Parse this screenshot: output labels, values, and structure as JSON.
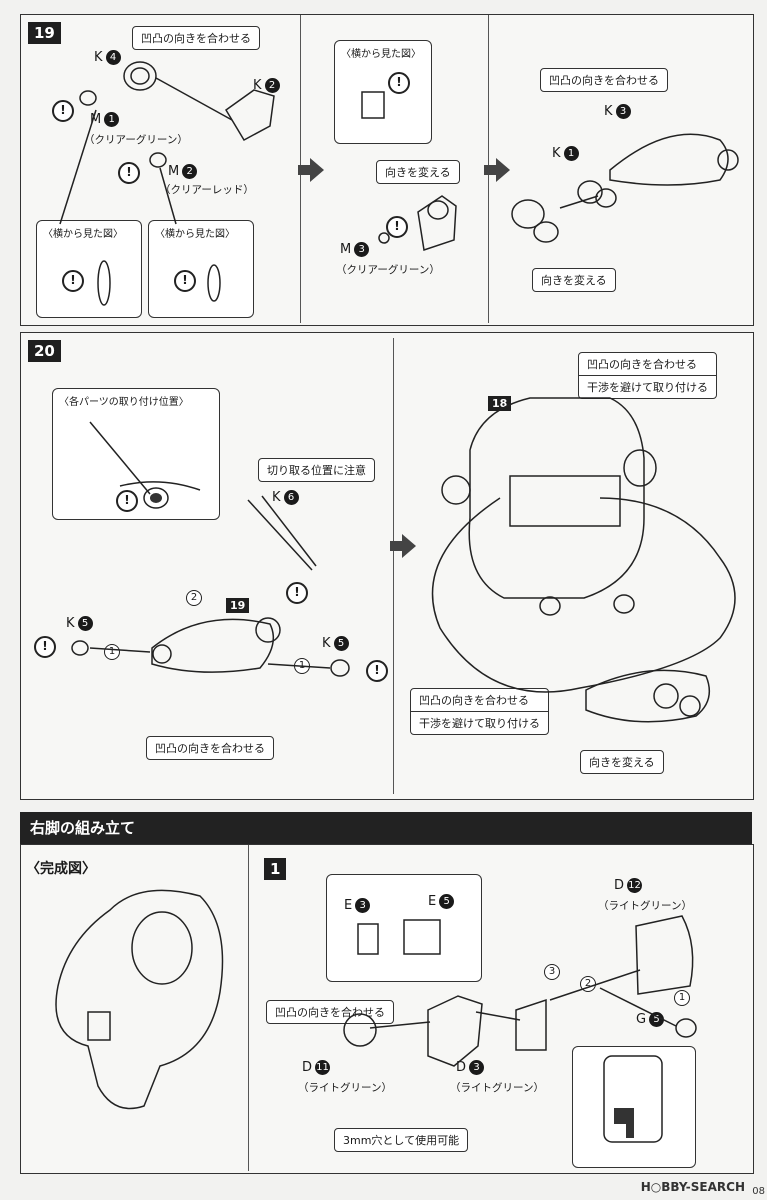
{
  "step19": {
    "num": "19",
    "align_label": "凹凸の向きを合わせる",
    "k4": "K",
    "k4n": "4",
    "k2": "K",
    "k2n": "2",
    "m1": "M",
    "m1n": "1",
    "m1_color": "（クリアーグリーン）",
    "m2": "M",
    "m2n": "2",
    "m2_color": "（クリアーレッド）",
    "side_view1": "〈横から見た図〉",
    "side_view2": "〈横から見た図〉",
    "side_view3": "〈横から見た図〉",
    "change_dir1": "向きを変える",
    "m3": "M",
    "m3n": "3",
    "m3_color": "（クリアーグリーン）",
    "align_label2": "凹凸の向きを合わせる",
    "k3": "K",
    "k3n": "3",
    "k1": "K",
    "k1n": "1",
    "change_dir2": "向きを変える"
  },
  "step20": {
    "num": "20",
    "mount_pos": "〈各パーツの取り付け位置〉",
    "cut_note": "切り取る位置に注意",
    "k6": "K",
    "k6n": "6",
    "k5a": "K",
    "k5an": "5",
    "k5b": "K",
    "k5bn": "5",
    "ref19": "19",
    "ref18": "18",
    "c1a": "1",
    "c1b": "1",
    "c2": "2",
    "align_bottom": "凹凸の向きを合わせる",
    "right_top_1": "凹凸の向きを合わせる",
    "right_top_2": "干渉を避けて取り付ける",
    "right_mid_1": "凹凸の向きを合わせる",
    "right_mid_2": "干渉を避けて取り付ける",
    "change_dir": "向きを変える"
  },
  "section": {
    "title": "右脚の組み立て",
    "completed": "〈完成図〉",
    "step1": "1",
    "e3": "E",
    "e3n": "3",
    "e5": "E",
    "e5n": "5",
    "d12": "D",
    "d12n": "12",
    "d12_color": "（ライトグリーン）",
    "align": "凹凸の向きを合わせる",
    "c3": "3",
    "c2": "2",
    "c1": "1",
    "g5": "G",
    "g5n": "5",
    "d11": "D",
    "d11n": "11",
    "d11_color": "（ライトグリーン）",
    "d3": "D",
    "d3n": "3",
    "d3_color": "（ライトグリーン）",
    "hole_note": "3mm穴として使用可能"
  },
  "footer": {
    "watermark": "H○BBY-SEARCH",
    "page": "08"
  }
}
